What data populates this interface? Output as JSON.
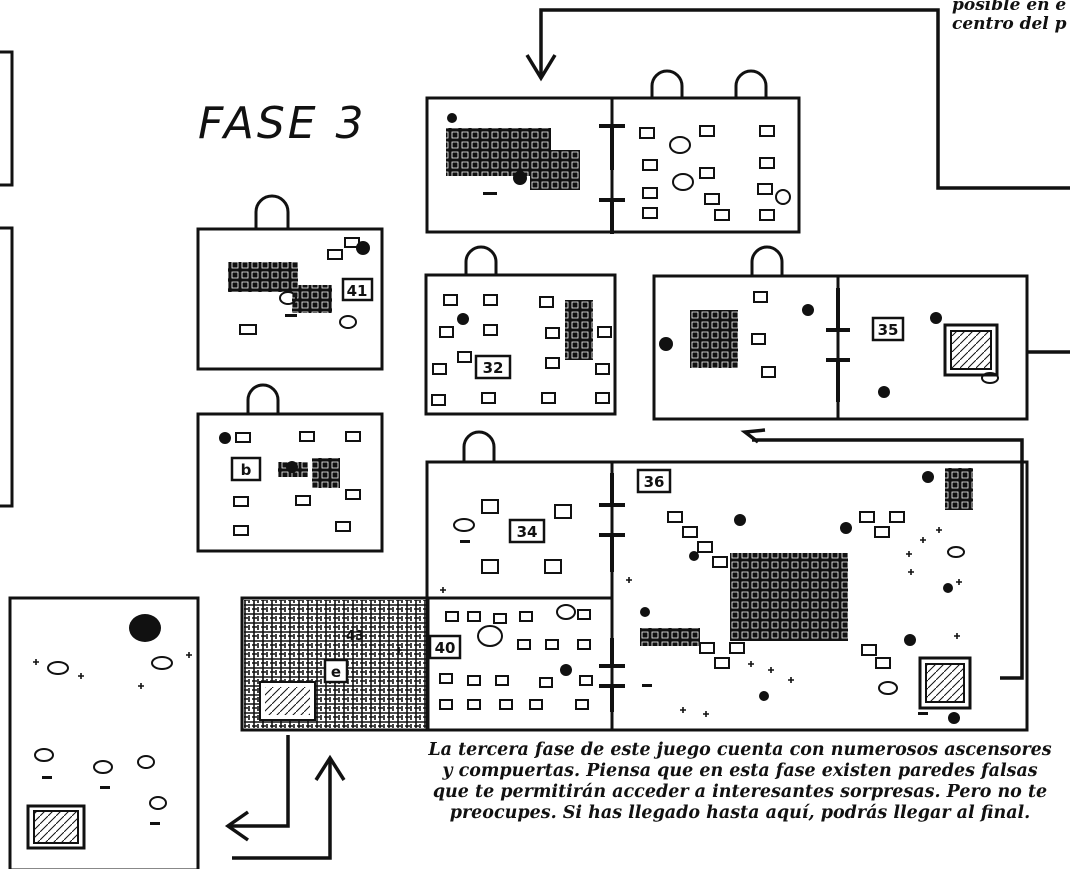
{
  "title": "FASE 3",
  "top_note": {
    "line1": "posible en e",
    "line2": "centro del p"
  },
  "caption": "La tercera fase de este juego cuenta con numerosos ascensores y compuertas. Piensa que en esta fase existen paredes falsas que te permitirán acceder a interesantes sorpresas. Pero no te preocupes. Si has llegado hasta aquí, podrás llegar al final.",
  "room_labels": {
    "r41": "41",
    "r32": "32",
    "r35": "35",
    "rb": "b",
    "r34": "34",
    "r36": "36",
    "r40": "40",
    "r43": "43",
    "re": "e"
  },
  "colors": {
    "ink": "#111111",
    "paper": "#ffffff"
  }
}
